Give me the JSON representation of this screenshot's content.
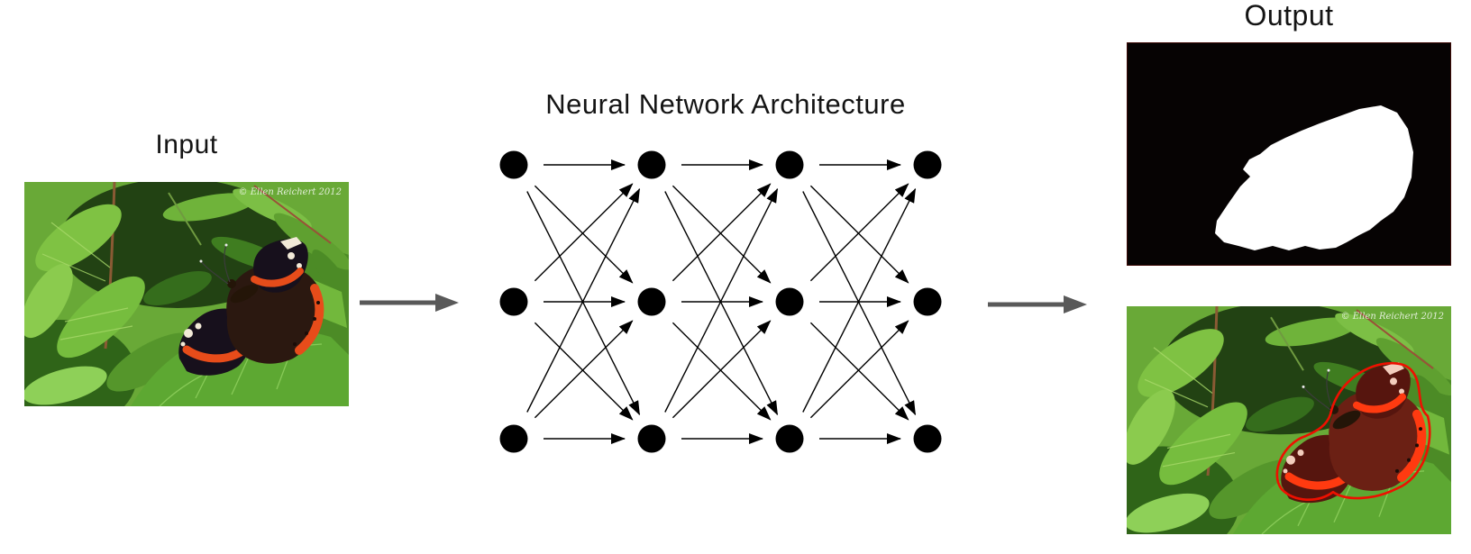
{
  "diagram": {
    "input": {
      "label": "Input"
    },
    "network": {
      "title": "Neural Network Architecture",
      "layers": 4,
      "nodes_per_layer": 3,
      "connection_style": "fully-connected-feedforward"
    },
    "output": {
      "label": "Output",
      "images": [
        "segmentation-mask",
        "segmented-photo"
      ]
    },
    "watermark": "© Ellen Reichert 2012",
    "colors": {
      "text": "#141414",
      "node": "#000000",
      "edge": "#000000",
      "flow_arrow": "#595959",
      "mask_background": "#060303",
      "mask_border": "#3d0a06",
      "mask_foreground": "#ffffff",
      "segmentation_outline": "#ee1000",
      "photo_green": "#69a937",
      "butterfly_dark": "#17101c",
      "butterfly_brown": "#2b1810",
      "butterfly_band": "#e74c1a",
      "butterfly_tinted_dark": "#56150e",
      "butterfly_tinted_brown": "#6b2014",
      "butterfly_tinted_band": "#ff3a10"
    }
  }
}
